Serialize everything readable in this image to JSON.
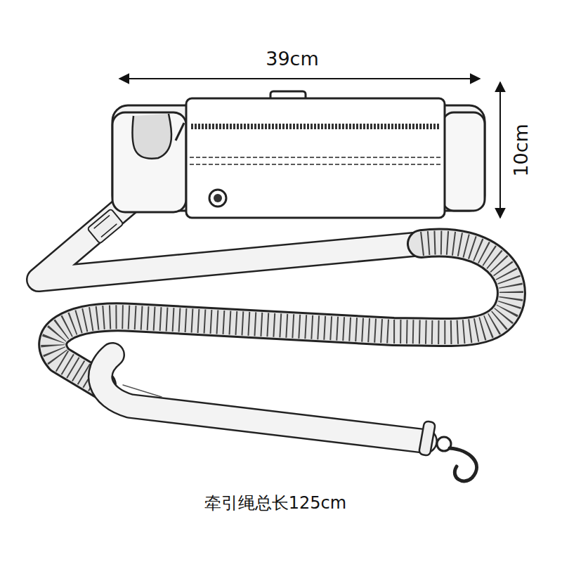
{
  "diagram": {
    "labels": [
      "39cm",
      "10cm",
      "牵引绳总长125cm"
    ]
  }
}
